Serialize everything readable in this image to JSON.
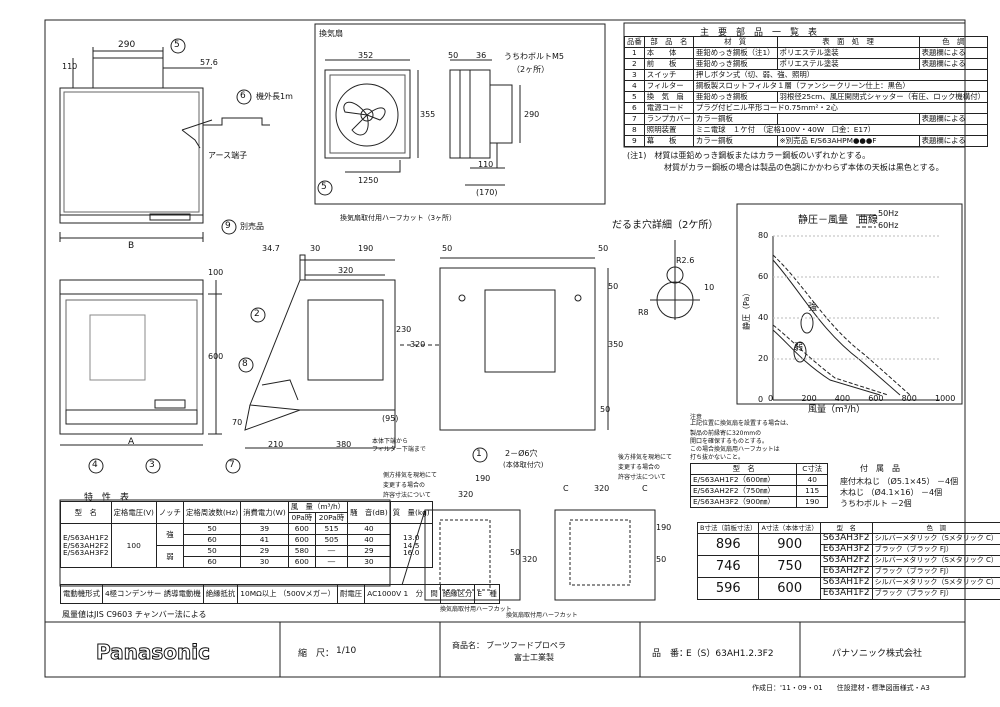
{
  "parts_table": {
    "title": "主　要　部　品　一　覧　表",
    "headers": [
      "品番",
      "部　品　名",
      "材　質",
      "表　面　処　理",
      "色　調"
    ],
    "rows": [
      [
        "1",
        "本　　体",
        "亜鉛めっき鋼板（注1）",
        "ポリエステル塗装",
        "表題欄による"
      ],
      [
        "2",
        "前　　板",
        "亜鉛めっき鋼板",
        "ポリエステル塗装",
        "表題欄による"
      ],
      [
        "3",
        "スイッチ",
        "押しボタン式（切、弱、強、照明）",
        "",
        ""
      ],
      [
        "4",
        "フィルター",
        "鋼板製スロットフィルタ１層（ファンシークリーン仕上：黒色）",
        "",
        ""
      ],
      [
        "5",
        "換　気　扇",
        "亜鉛めっき鋼板",
        "羽根径25cm、風圧開閉式シャッター（有圧、ロック機構付）",
        ""
      ],
      [
        "6",
        "電源コード",
        "プラグ付ビニル平形コード0.75mm²・2心",
        "",
        ""
      ],
      [
        "7",
        "ランプカバー",
        "カラー鋼板",
        "",
        "表題欄による"
      ],
      [
        "8",
        "照明装置",
        "ミニ電球　１ケ付　（定格100V・40W　口金：E17）",
        "",
        ""
      ],
      [
        "9",
        "幕　　板",
        "カラー鋼板",
        "",
        "表題欄による"
      ]
    ],
    "row9_extra": [
      "※別売品",
      "E/S63AHPM●●●F"
    ],
    "note1": "(注1)　材質は亜鉛めっき鋼板またはカラー鋼板のいずれかとする。",
    "note2": "材質がカラー鋼板の場合は製品の色調にかかわらず本体の天板は黒色とする。"
  },
  "fan_section": {
    "label": "換気扇",
    "bolt_label": "うちわボルトM5",
    "bolt_count": "（2ヶ所）"
  },
  "daruma_label": "だるま穴詳細（2ケ所）",
  "curve_chart": {
    "title": "静圧－風量　曲線",
    "legend_50": "50Hz",
    "legend_60": "60Hz",
    "ylabel": "静圧（Pa）",
    "xlabel": "風量（m³/h）",
    "strong": "強",
    "weak": "弱",
    "xticks": [
      "0",
      "200",
      "400",
      "600",
      "800",
      "1000"
    ],
    "yticks": [
      "0",
      "20",
      "40",
      "60",
      "80"
    ]
  },
  "dims": {
    "d290": "290",
    "d110": "110",
    "d57": "57.6",
    "cord": "機外長1m",
    "earth": "アース端子",
    "B": "B",
    "A": "A",
    "separate": "別売品",
    "d100": "100",
    "d600": "600",
    "d352": "352",
    "d50a": "50",
    "d36": "36",
    "d355": "355",
    "d290b": "290",
    "d110b": "110",
    "d1250": "1250",
    "d170": "(170)",
    "d347": "34.7",
    "d30": "30",
    "d190": "190",
    "d320": "320",
    "d230": "230",
    "d320b": "320",
    "d70": "70",
    "d95": "(95)",
    "d210": "210",
    "d380": "380",
    "d50b": "50",
    "d50c": "50",
    "d350": "350",
    "d50d": "50",
    "d50e": "50",
    "r26": "R2.6",
    "r8": "R8",
    "d10": "10",
    "half_cut_top": "換気扇取付用ハーフカット（3ヶ所）",
    "filter_note1": "本体下端から",
    "filter_note2": "フィルター下端まで",
    "holes": "2－Ø6穴",
    "holes_sub": "(本体取付穴)",
    "side_exhaust_1": "側方排気を現地にて",
    "side_exhaust_2": "変更する場合の",
    "side_exhaust_3": "許容寸法について",
    "rear_exhaust_1": "後方排気を現地にて",
    "rear_exhaust_2": "変更する場合の",
    "rear_exhaust_3": "許容寸法について",
    "half_cut_a": "換気扇取付用ハーフカット",
    "half_cut_b": "換気扇取付用ハーフカット",
    "d190s": "190",
    "d320s": "320",
    "d50s": "50",
    "d320t": "320",
    "d190t": "190",
    "d320u": "320",
    "d50t": "50",
    "C": "C",
    "caution_title": "注意",
    "caution": [
      "上記位置に換気扇を設置する場合は、",
      "製品の前縁寄に320mmの",
      "開口を確保するものとする。",
      "この場合換気扇用ハーフカットは",
      "打ち抜かないこと。"
    ]
  },
  "balloons": [
    "5",
    "6",
    "9",
    "2",
    "8",
    "4",
    "3",
    "7",
    "1",
    "5"
  ],
  "c_table": {
    "headers": [
      "型　名",
      "C寸法"
    ],
    "rows": [
      [
        "E/S63AH1F2（600㎜）",
        "40"
      ],
      [
        "E/S63AH2F2（750㎜）",
        "115"
      ],
      [
        "E/S63AH3F2（900㎜）",
        "190"
      ]
    ]
  },
  "accessories": {
    "title": "付　属　品",
    "rows": [
      [
        "座付木ねじ",
        "（Ø5.1×45）",
        "－4個"
      ],
      [
        "木ねじ",
        "（Ø4.1×16）",
        "－4個"
      ],
      [
        "うちわボルト",
        "",
        "－2個"
      ]
    ]
  },
  "model_table": {
    "headers": [
      "B寸法",
      "A寸法",
      "型　名",
      "色　調"
    ],
    "sub_b": "（前板寸法）",
    "sub_a": "（本体寸法）",
    "groups": [
      {
        "b": "896",
        "a": "900",
        "models": [
          [
            "S63AH3F2",
            "シルバーメタリック（Sメタリック C）"
          ],
          [
            "E63AH3F2",
            "ブラック（ブラック FJ）"
          ]
        ]
      },
      {
        "b": "746",
        "a": "750",
        "models": [
          [
            "S63AH2F2",
            "シルバーメタリック（Sメタリック C）"
          ],
          [
            "E63AH2F2",
            "ブラック（ブラック FJ）"
          ]
        ]
      },
      {
        "b": "596",
        "a": "600",
        "models": [
          [
            "S63AH1F2",
            "シルバーメタリック（Sメタリック C）"
          ],
          [
            "E63AH1F2",
            "ブラック（ブラック FJ）"
          ]
        ]
      }
    ]
  },
  "spec_table": {
    "title": "特　性　表",
    "headers": [
      "型　名",
      "定格電圧(V)",
      "ノッチ",
      "定格周波数(Hz)",
      "消費電力(W)",
      "風　量（m³/h）",
      "",
      "騒　音(dB)",
      "質　量(kg)"
    ],
    "sub_headers": [
      "0Pa時",
      "20Pa時"
    ],
    "models": [
      "E/S63AH1F2",
      "E/S63AH2F2",
      "E/S63AH3F2"
    ],
    "voltage": "100",
    "notch_strong": "強",
    "notch_weak": "弱",
    "rows": [
      [
        "50",
        "39",
        "600",
        "515",
        "40"
      ],
      [
        "60",
        "41",
        "600",
        "505",
        "40"
      ],
      [
        "50",
        "29",
        "580",
        "―",
        "29"
      ],
      [
        "60",
        "30",
        "600",
        "―",
        "30"
      ]
    ],
    "mass": [
      "13.0",
      "14.5",
      "16.0"
    ],
    "motor_label": "電動機形式",
    "motor_value": [
      "4極コンデンサー",
      "誘導電動機"
    ],
    "insulation": [
      "10MΩ以上",
      "（500Vメガー）"
    ],
    "withstand_label": "耐電圧",
    "withstand_value": [
      "AC1000V",
      "1　分　間"
    ],
    "insulation_class_label": "絶縁区分",
    "insulation_class_value": "E　種",
    "insulation_res_label": "絶縁抵抗",
    "footnote": "風量値はJIS C9603 チャンバー法による"
  },
  "title_block": {
    "logo": "Panasonic",
    "scale_label": "縮　尺：",
    "scale": "1/10",
    "product_label": "商品名：",
    "product": "ブーツフードプロペラ",
    "product_sub": "富士工業製",
    "model_label": "品　番：",
    "model": "E（S）63AH1.2.3F2",
    "company": "パナソニック株式会社"
  },
  "footer": "作成日：'11・09・01　　住設建材・標準図面様式・A3"
}
